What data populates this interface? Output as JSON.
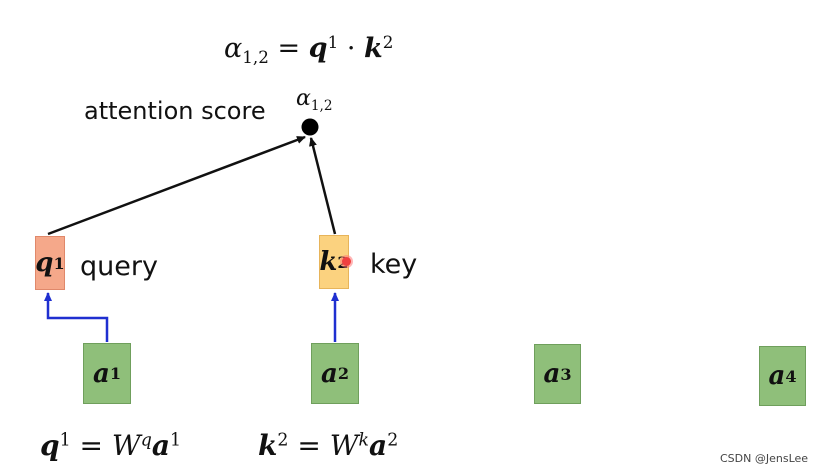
{
  "formula_top": {
    "lhs": "α",
    "lhs_sub": "1,2",
    "op": "=",
    "q": "q",
    "q_sup": "1",
    "dot": "·",
    "k": "k",
    "k_sup": "2"
  },
  "score": {
    "label": "attention score",
    "symbol": "α",
    "symbol_sub": "1,2"
  },
  "query": {
    "symbol": "q",
    "sup": "1",
    "label": "query"
  },
  "key": {
    "symbol": "k",
    "sup": "2",
    "label": "key"
  },
  "inputs": [
    {
      "symbol": "a",
      "sup": "1"
    },
    {
      "symbol": "a",
      "sup": "2"
    },
    {
      "symbol": "a",
      "sup": "3"
    },
    {
      "symbol": "a",
      "sup": "4"
    }
  ],
  "eq_q": {
    "lhs": "q",
    "lhs_sup": "1",
    "op": "=",
    "w": "W",
    "w_sup": "q",
    "a": "a",
    "a_sup": "1"
  },
  "eq_k": {
    "lhs": "k",
    "lhs_sup": "2",
    "op": "=",
    "w": "W",
    "w_sup": "k",
    "a": "a",
    "a_sup": "2"
  },
  "watermark": "CSDN @JensLee",
  "colors": {
    "input_fill": "#8fbf7a",
    "query_fill": "#f5a88a",
    "key_fill": "#fbd27f",
    "input_arrow": "#1f2fd0",
    "score_arrow": "#111111"
  }
}
